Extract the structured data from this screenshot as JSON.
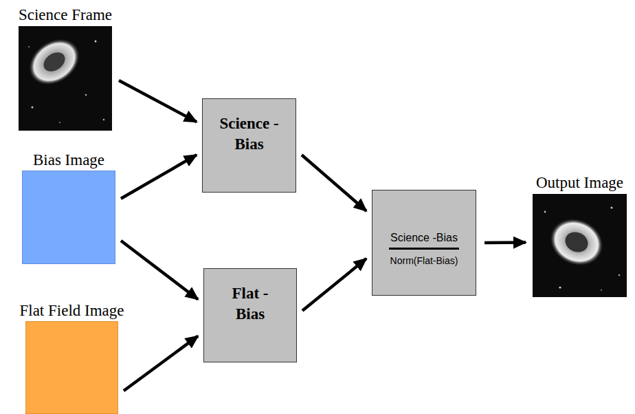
{
  "diagram": {
    "nodes": [
      {
        "text": [
          "Science Frame"
        ]
      },
      {
        "text": [
          "Bias Image"
        ]
      },
      {
        "text": [
          "Flat Field Image"
        ]
      },
      {
        "text": [
          "Science -Bias"
        ]
      },
      {
        "text": [
          "Flat -Bias"
        ]
      },
      {
        "text": [
          "Science -Bias",
          "Norm(Flat-Bias)"
        ]
      },
      {
        "text": [
          "Output Image"
        ]
      }
    ],
    "edges": [
      {
        "from": 0,
        "to": 3,
        "arrow": "to"
      },
      {
        "from": 1,
        "to": 3,
        "arrow": "to"
      },
      {
        "from": 1,
        "to": 4,
        "arrow": "to"
      },
      {
        "from": 2,
        "to": 4,
        "arrow": "to"
      },
      {
        "from": 3,
        "to": 5,
        "arrow": "to"
      },
      {
        "from": 4,
        "to": 5,
        "arrow": "to"
      },
      {
        "from": 5,
        "to": 6,
        "arrow": "to"
      }
    ]
  }
}
